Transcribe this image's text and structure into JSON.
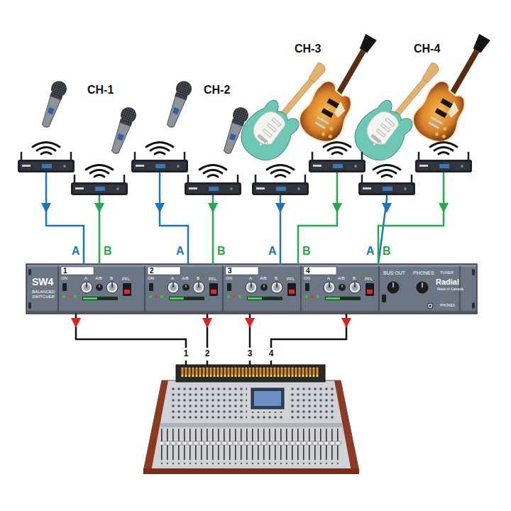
{
  "diagram": {
    "nodes": [
      {
        "text": [
          "CH-1"
        ]
      },
      {
        "text": [
          "CH-2"
        ]
      },
      {
        "text": [
          "CH-3"
        ]
      },
      {
        "text": [
          "CH-4"
        ]
      },
      {
        "text": [
          "SW4",
          "BALANCED SWITCHER"
        ]
      },
      {
        "text": [
          "1"
        ],
        "in": 4
      },
      {
        "text": [
          "2"
        ],
        "in": 4
      },
      {
        "text": [
          "3"
        ],
        "in": 4
      },
      {
        "text": [
          "4"
        ],
        "in": 4
      },
      {
        "text": [
          "1"
        ]
      },
      {
        "text": [
          "2"
        ]
      },
      {
        "text": [
          "3"
        ]
      },
      {
        "text": [
          "4"
        ]
      }
    ],
    "edges": [
      {
        "from": 0,
        "to": 5,
        "arrow": "to",
        "label": "A"
      },
      {
        "from": 0,
        "to": 5,
        "arrow": "to",
        "label": "B"
      },
      {
        "from": 1,
        "to": 6,
        "arrow": "to",
        "label": "A"
      },
      {
        "from": 1,
        "to": 6,
        "arrow": "to",
        "label": "B"
      },
      {
        "from": 2,
        "to": 7,
        "arrow": "to",
        "label": "A"
      },
      {
        "from": 2,
        "to": 7,
        "arrow": "to",
        "label": "B"
      },
      {
        "from": 3,
        "to": 8,
        "arrow": "to",
        "label": "A"
      },
      {
        "from": 3,
        "to": 8,
        "arrow": "to",
        "label": "B"
      },
      {
        "from": 5,
        "to": 9,
        "arrow": "to"
      },
      {
        "from": 6,
        "to": 10,
        "arrow": "to"
      },
      {
        "from": 7,
        "to": 11,
        "arrow": "to"
      },
      {
        "from": 8,
        "to": 12,
        "arrow": "to"
      }
    ],
    "labels": [
      "BUS OUT",
      "PHONES",
      "TUNER",
      "Radial",
      "Made in Canada",
      "PHONES",
      "ON",
      "A",
      "A/B",
      "B",
      "PFL",
      "ON",
      "A",
      "A/B",
      "B",
      "PFL",
      "ON",
      "A",
      "A/B",
      "B",
      "PFL",
      "ON",
      "A",
      "A/B",
      "B",
      "PFL"
    ]
  }
}
